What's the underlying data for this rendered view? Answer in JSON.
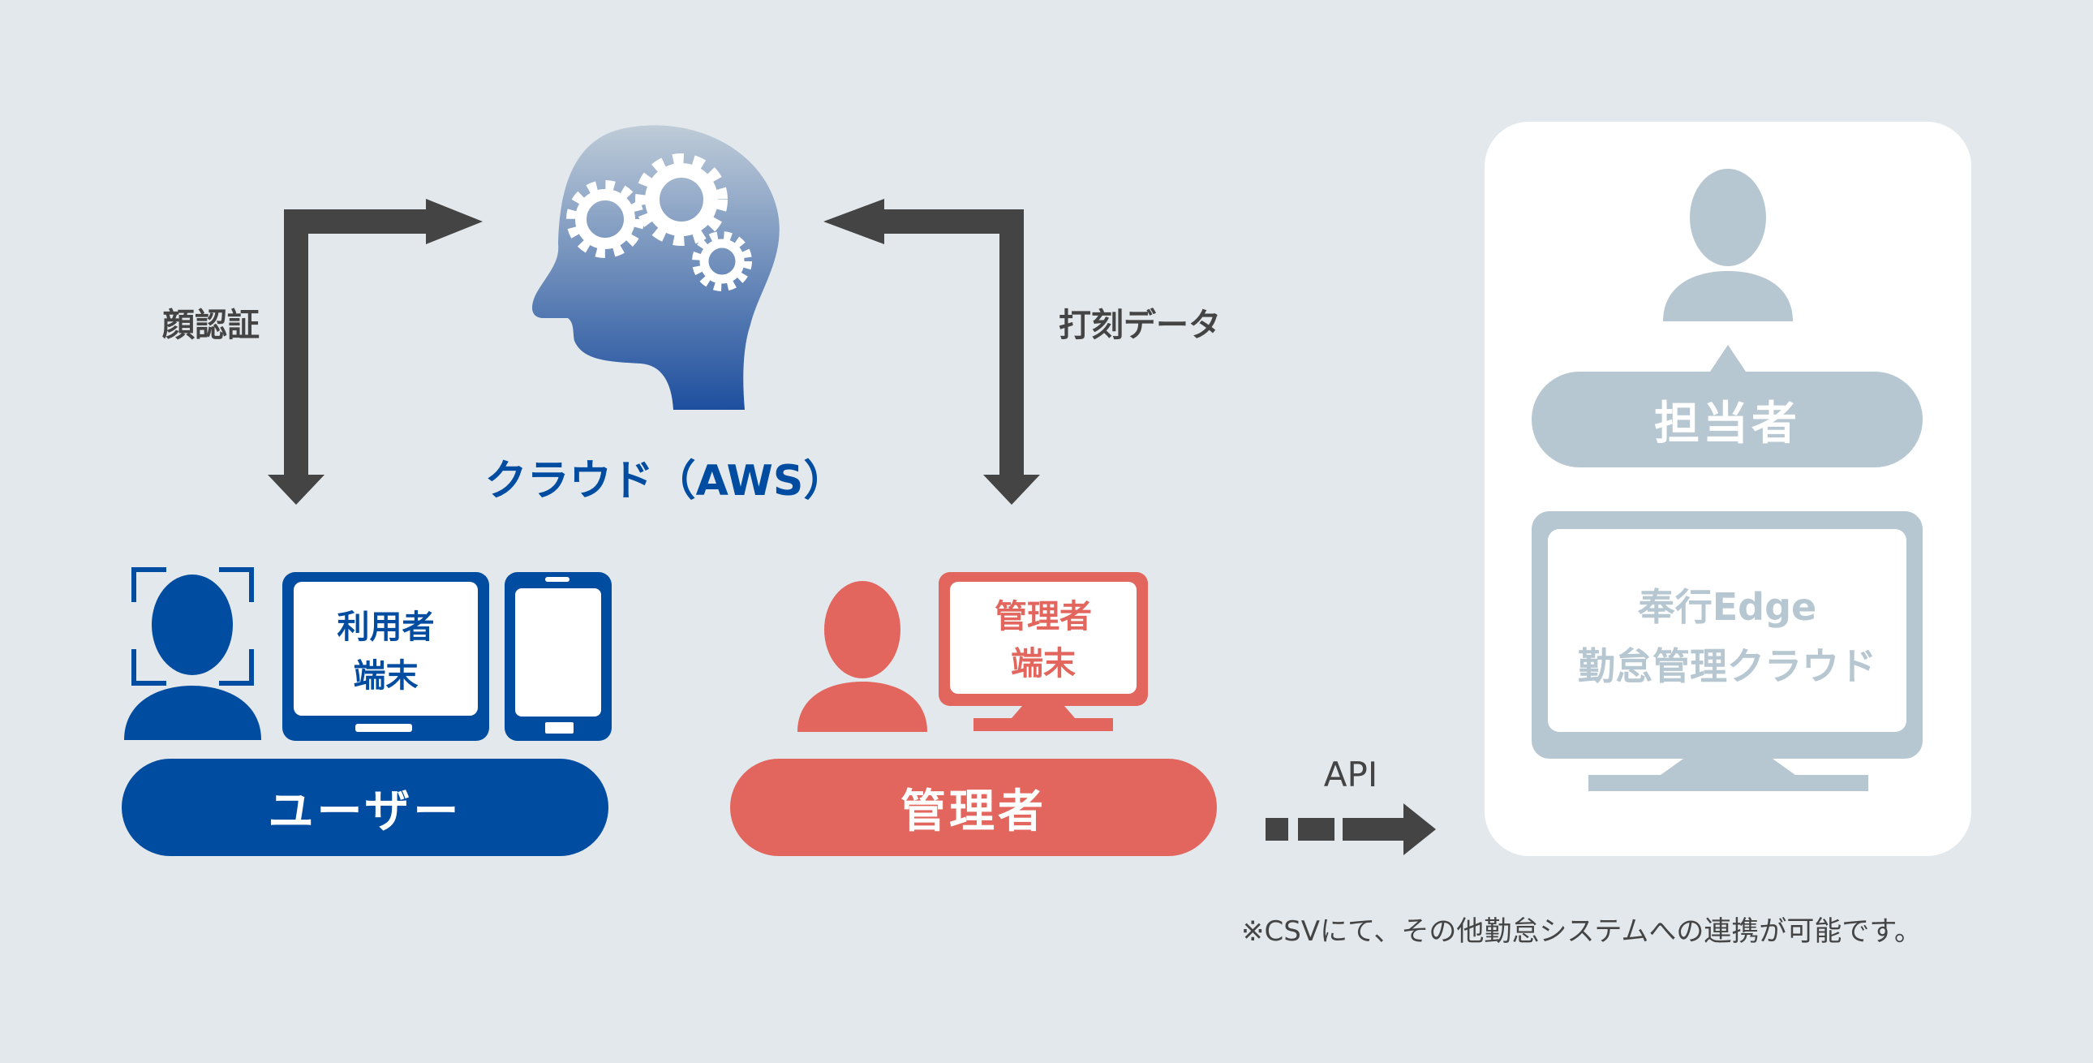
{
  "colors": {
    "background": "#e2e8ec",
    "user_blue": "#004ca0",
    "admin_red": "#e2665d",
    "arrow_dark": "#444444",
    "gray_blue": "#b6c7d1",
    "panel_white": "#ffffff"
  },
  "cloud": {
    "icon": "brain-gears-head-icon",
    "label": "クラウド（AWS）"
  },
  "arrows": {
    "left_label": "顔認証",
    "right_label": "打刻データ",
    "api_label": "API"
  },
  "user": {
    "terminal_label_line1": "利用者",
    "terminal_label_line2": "端末",
    "pill_label": "ユーザー",
    "icons": [
      "face-scan-person-icon",
      "tablet-icon",
      "smartphone-icon"
    ]
  },
  "admin": {
    "terminal_label_line1": "管理者",
    "terminal_label_line2": "端末",
    "pill_label": "管理者",
    "icons": [
      "person-icon",
      "monitor-icon"
    ]
  },
  "staff_panel": {
    "person_icon": "person-icon",
    "pill_label": "担当者",
    "monitor_line1": "奉行Edge",
    "monitor_line2": "勤怠管理クラウド"
  },
  "footnote": "※CSVにて、その他勤怠システムへの連携が可能です。"
}
